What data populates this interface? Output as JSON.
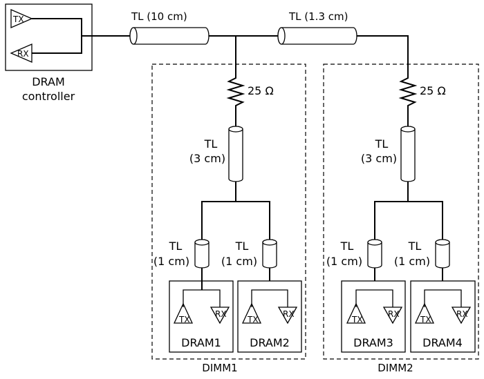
{
  "controller": {
    "tx": "TX",
    "rx": "RX",
    "label_line1": "DRAM",
    "label_line2": "controller"
  },
  "bus": {
    "tl_main": "TL (10 cm)",
    "tl_link": "TL (1.3 cm)"
  },
  "dimms": [
    {
      "label": "DIMM1",
      "resistor": "25 Ω",
      "stub_tl_line1": "TL",
      "stub_tl_line2": "(3 cm)",
      "drams": [
        {
          "tl_line1": "TL",
          "tl_line2": "(1 cm)",
          "tx": "TX",
          "rx": "RX",
          "label": "DRAM1"
        },
        {
          "tl_line1": "TL",
          "tl_line2": "(1 cm)",
          "tx": "TX",
          "rx": "RX",
          "label": "DRAM2"
        }
      ]
    },
    {
      "label": "DIMM2",
      "resistor": "25 Ω",
      "stub_tl_line1": "TL",
      "stub_tl_line2": "(3 cm)",
      "drams": [
        {
          "tl_line1": "TL",
          "tl_line2": "(1 cm)",
          "tx": "TX",
          "rx": "RX",
          "label": "DRAM3"
        },
        {
          "tl_line1": "TL",
          "tl_line2": "(1 cm)",
          "tx": "TX",
          "rx": "RX",
          "label": "DRAM4"
        }
      ]
    }
  ]
}
